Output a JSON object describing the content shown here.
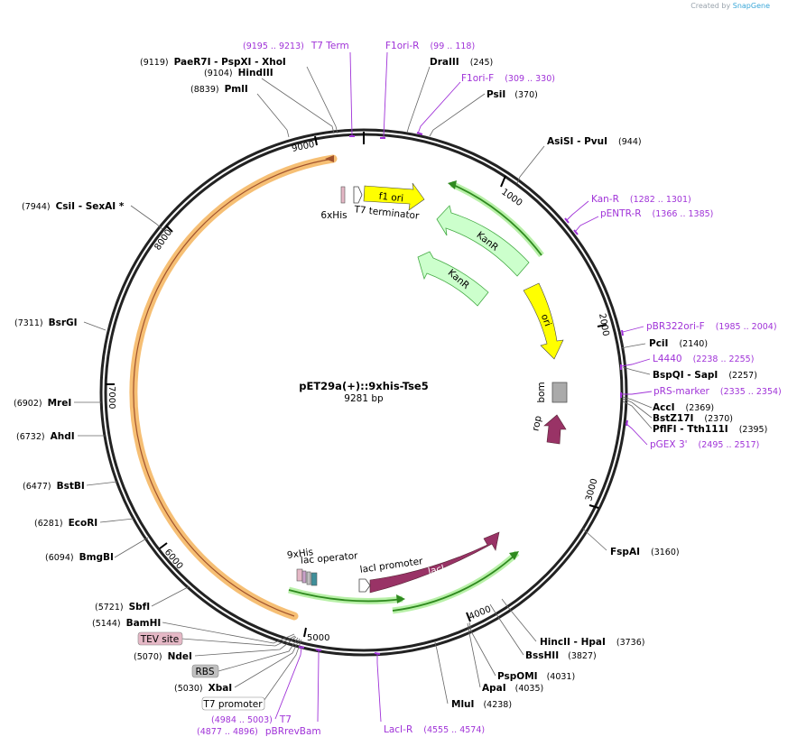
{
  "credit": {
    "text": "Created by",
    "brand": "SnapGene"
  },
  "plasmid": {
    "name": "pET29a(+)::9xhis-Tse5",
    "length_label": "9281 bp",
    "length": 9281
  },
  "ticks": [
    "1000",
    "2000",
    "3000",
    "4000",
    "5000",
    "6000",
    "7000",
    "8000",
    "9000"
  ],
  "sites_left": [
    {
      "pos": "(9119)",
      "name": "PaeR7I - PspXI - XhoI"
    },
    {
      "pos": "(9104)",
      "name": "HindIII"
    },
    {
      "pos": "(8839)",
      "name": "PmlI"
    },
    {
      "pos": "(7944)",
      "name": "CsiI - SexAI *"
    },
    {
      "pos": "(7311)",
      "name": "BsrGI"
    },
    {
      "pos": "(6902)",
      "name": "MreI"
    },
    {
      "pos": "(6732)",
      "name": "AhdI"
    },
    {
      "pos": "(6477)",
      "name": "BstBI"
    },
    {
      "pos": "(6281)",
      "name": "EcoRI"
    },
    {
      "pos": "(6094)",
      "name": "BmgBI"
    },
    {
      "pos": "(5721)",
      "name": "SbfI"
    },
    {
      "pos": "(5144)",
      "name": "BamHI"
    },
    {
      "pos": "(5070)",
      "name": "NdeI"
    },
    {
      "pos": "(5030)",
      "name": "XbaI"
    }
  ],
  "sites_right": [
    {
      "name": "DraIII",
      "pos": "(245)"
    },
    {
      "name": "PsiI",
      "pos": "(370)"
    },
    {
      "name": "AsiSI - PvuI",
      "pos": "(944)"
    },
    {
      "name": "PciI",
      "pos": "(2140)"
    },
    {
      "name": "BspQI - SapI",
      "pos": "(2257)"
    },
    {
      "name": "AccI",
      "pos": "(2369)"
    },
    {
      "name": "BstZ17I",
      "pos": "(2370)"
    },
    {
      "name": "PflFI - Tth111I",
      "pos": "(2395)"
    },
    {
      "name": "FspAI",
      "pos": "(3160)"
    },
    {
      "name": "HincII - HpaI",
      "pos": "(3736)"
    },
    {
      "name": "BssHII",
      "pos": "(3827)"
    },
    {
      "name": "PspOMI",
      "pos": "(4031)"
    },
    {
      "name": "ApaI",
      "pos": "(4035)"
    },
    {
      "name": "MluI",
      "pos": "(4238)"
    }
  ],
  "primers": [
    {
      "pos": "(9195 .. 9213)",
      "name": "T7 Term"
    },
    {
      "name": "F1ori-R",
      "pos": "(99 .. 118)"
    },
    {
      "name": "F1ori-F",
      "pos": "(309 .. 330)"
    },
    {
      "name": "Kan-R",
      "pos": "(1282 .. 1301)"
    },
    {
      "name": "pENTR-R",
      "pos": "(1366 .. 1385)"
    },
    {
      "name": "pBR322ori-F",
      "pos": "(1985 .. 2004)"
    },
    {
      "name": "L4440",
      "pos": "(2238 .. 2255)"
    },
    {
      "name": "pRS-marker",
      "pos": "(2335 .. 2354)"
    },
    {
      "name": "pGEX 3'",
      "pos": "(2495 .. 2517)"
    },
    {
      "name": "LacI-R",
      "pos": "(4555 .. 4574)"
    },
    {
      "pos": "(4984 .. 5003)",
      "name": "T7"
    },
    {
      "pos": "(4877 .. 4896)",
      "name": "pBRrevBam"
    }
  ],
  "boxed": [
    {
      "name": "TEV site",
      "color": "#e5b8c6"
    },
    {
      "name": "RBS",
      "color": "#c0c0c0"
    },
    {
      "name": "T7 promoter",
      "color": "#ffffff"
    }
  ],
  "features": {
    "f1_ori": "f1 ori",
    "kanr_1": "KanR",
    "kanr_2": "KanR",
    "ori": "ori",
    "bom": "bom",
    "rop": "rop",
    "laci": "lacI",
    "laci_promoter": "lacI promoter",
    "lac_operator": "lac operator",
    "his9": "9xHis",
    "his6": "6xHis",
    "t7_terminator": "T7 terminator"
  },
  "colors": {
    "backbone": "#222222",
    "primer": "#a033d8",
    "yellow": "#ffff00",
    "kanr_fill": "#ccffcc",
    "kanr_stroke": "#44aa44",
    "green_arc": "#2f8a1f",
    "maroon": "#993366",
    "orange": "#f4b45c",
    "bom": "#aaaaaa"
  }
}
